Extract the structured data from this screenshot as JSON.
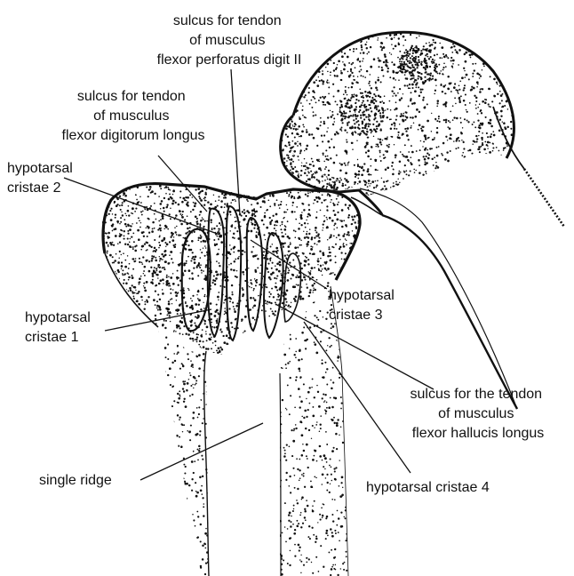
{
  "labels": {
    "sulcus_fpd2": [
      "sulcus for tendon",
      "of musculus",
      "flexor perforatus digit II"
    ],
    "sulcus_fdl": [
      "sulcus for tendon",
      "of musculus",
      "flexor digitorum longus"
    ],
    "hypotarsal_cristae_2": [
      "hypotarsal",
      "cristae 2"
    ],
    "hypotarsal_cristae_1": [
      "hypotarsal",
      "cristae 1"
    ],
    "hypotarsal_cristae_3": [
      "hypotarsal",
      "cristae 3"
    ],
    "sulcus_fhl": [
      "sulcus for the tendon",
      "of musculus",
      "flexor hallucis longus"
    ],
    "single_ridge": "single ridge",
    "hypotarsal_cristae_4": "hypotarsal cristae 4"
  },
  "colors": {
    "ink": "#111111",
    "background": "#ffffff"
  }
}
